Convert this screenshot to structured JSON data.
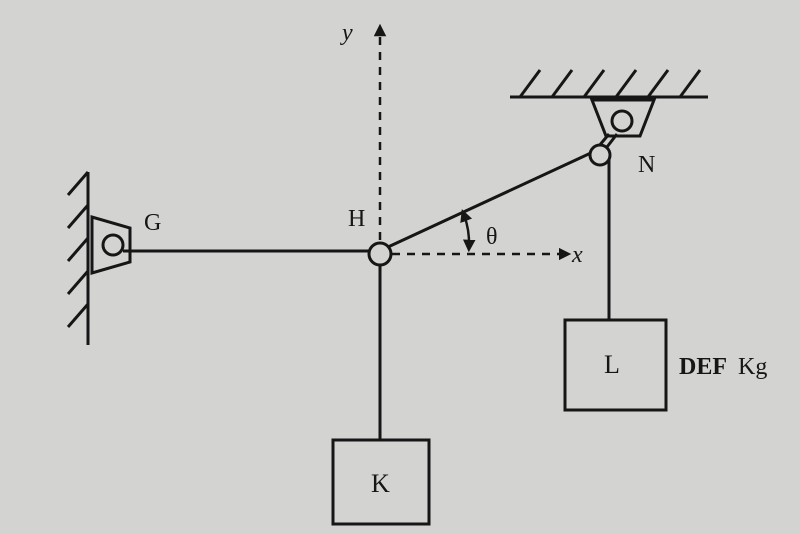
{
  "labels": {
    "point_g": "G",
    "point_h": "H",
    "point_n": "N",
    "axis_x": "x",
    "axis_y": "y",
    "angle": "θ",
    "mass_k": "K",
    "mass_l": "L",
    "mass_l_value": "DEF",
    "mass_l_unit": "Kg"
  },
  "colors": {
    "background": "#d3d3d1",
    "ink": "#161616"
  }
}
